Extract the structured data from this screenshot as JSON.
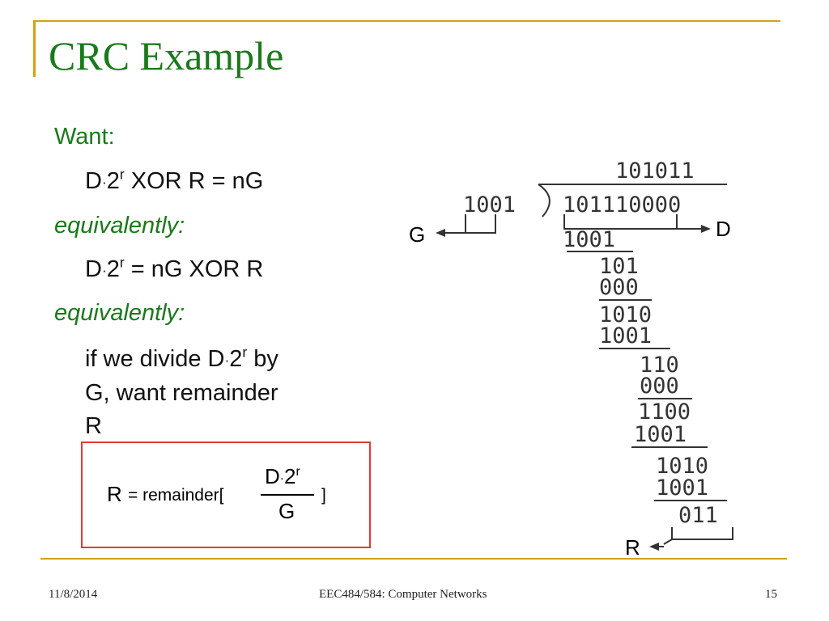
{
  "title": "CRC Example",
  "bullets": {
    "want": "Want:",
    "eq1": {
      "a": "D",
      "b": "2",
      "sup": "r",
      "c": " XOR R = nG"
    },
    "equiv1": "equivalently:",
    "eq2": {
      "a": "D",
      "b": "2",
      "sup": "r",
      "c": " = nG XOR R"
    },
    "equiv2": "equivalently:",
    "divide": {
      "a": "if we divide D",
      "b": "2",
      "sup": "r",
      "c": " by",
      "line2": "G, want remainder",
      "line3": "R"
    }
  },
  "formula": {
    "r": "R",
    "remainder": "= remainder[",
    "numerator": {
      "a": "D",
      "b": "2",
      "sup": "r"
    },
    "denominator": "G",
    "close": "]"
  },
  "diagram": {
    "quotient": "101011",
    "divisor": "1001",
    "dividend": "101110000",
    "label_g": "G",
    "label_d": "D",
    "label_r": "R",
    "steps": [
      "1001",
      "101",
      "000",
      "1010",
      "1001",
      "110",
      "000",
      "1100",
      "1001",
      "1010",
      "1001",
      "011"
    ]
  },
  "footer": {
    "date": "11/8/2014",
    "course": "EEC484/584: Computer Networks",
    "page": "15"
  },
  "colors": {
    "title": "#1a7a1a",
    "accent": "#d4a017",
    "box": "#e53935"
  }
}
